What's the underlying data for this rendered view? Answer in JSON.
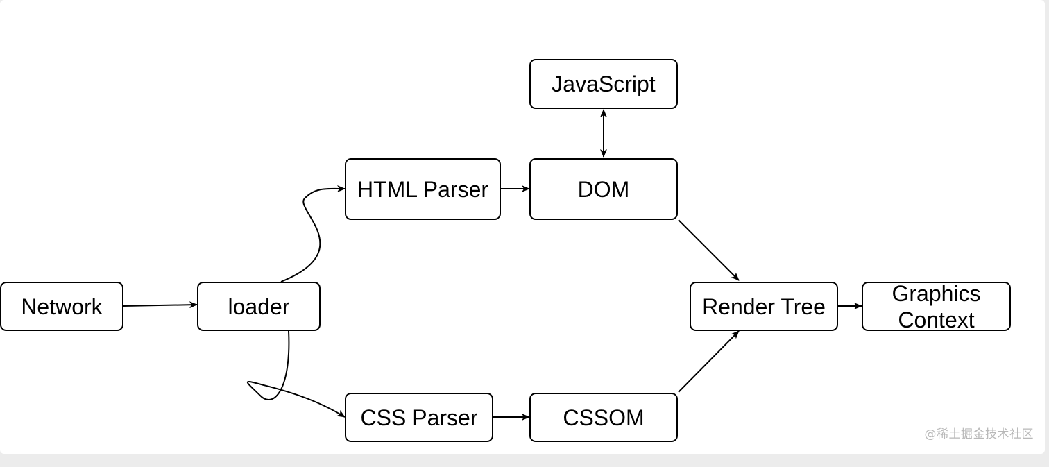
{
  "nodes": {
    "javascript": "JavaScript",
    "html_parser": "HTML Parser",
    "dom": "DOM",
    "network": "Network",
    "loader": "loader",
    "render_tree": "Render Tree",
    "graphics_context": "Graphics\nContext",
    "css_parser": "CSS Parser",
    "cssom": "CSSOM"
  },
  "watermark": "@稀土掘金技术社区"
}
